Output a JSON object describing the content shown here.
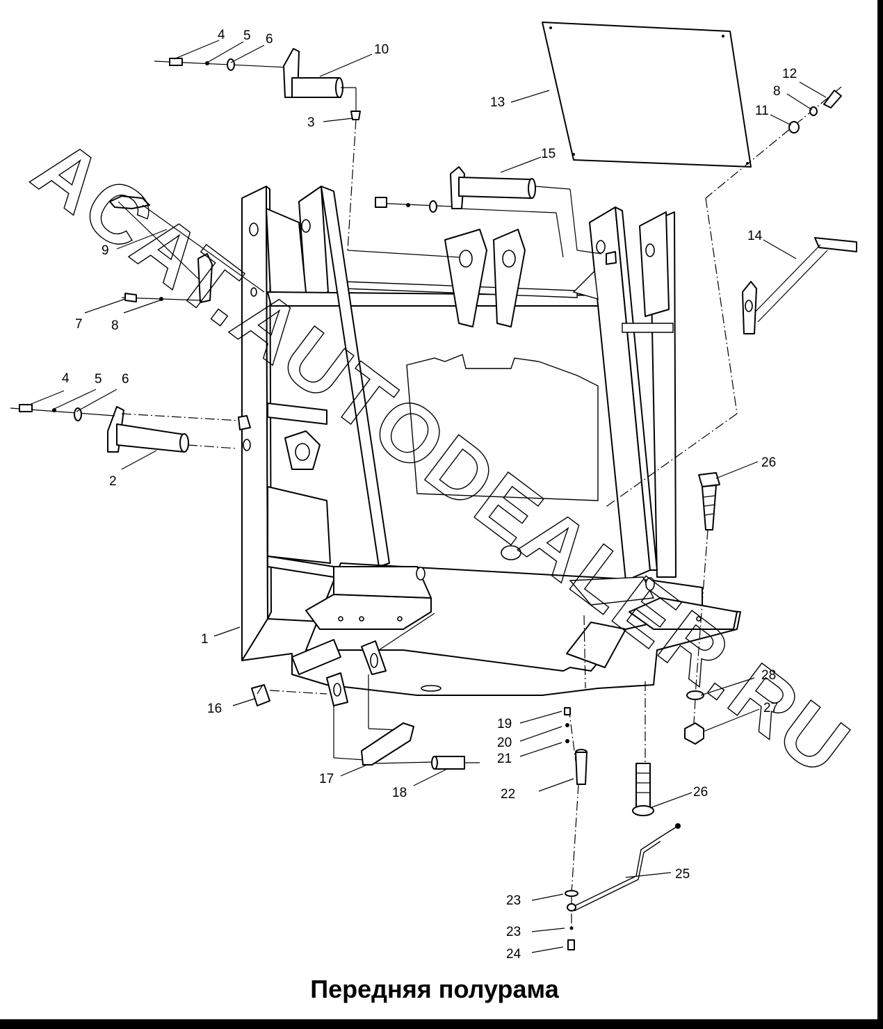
{
  "title": "Передняя полурама",
  "watermark": "ACAT.AUTODEALER.RU",
  "callouts": [
    {
      "id": "c4a",
      "text": "4"
    },
    {
      "id": "c5a",
      "text": "5"
    },
    {
      "id": "c6a",
      "text": "6"
    },
    {
      "id": "c10",
      "text": "10"
    },
    {
      "id": "c3",
      "text": "3"
    },
    {
      "id": "c13",
      "text": "13"
    },
    {
      "id": "c12",
      "text": "12"
    },
    {
      "id": "c8a",
      "text": "8"
    },
    {
      "id": "c11",
      "text": "11"
    },
    {
      "id": "c15",
      "text": "15"
    },
    {
      "id": "c9",
      "text": "9"
    },
    {
      "id": "c14",
      "text": "14"
    },
    {
      "id": "c7",
      "text": "7"
    },
    {
      "id": "c8b",
      "text": "8"
    },
    {
      "id": "c4b",
      "text": "4"
    },
    {
      "id": "c5b",
      "text": "5"
    },
    {
      "id": "c6b",
      "text": "6"
    },
    {
      "id": "c2",
      "text": "2"
    },
    {
      "id": "c26a",
      "text": "26"
    },
    {
      "id": "c1",
      "text": "1"
    },
    {
      "id": "c28",
      "text": "28"
    },
    {
      "id": "c27",
      "text": "27"
    },
    {
      "id": "c16",
      "text": "16"
    },
    {
      "id": "c19",
      "text": "19"
    },
    {
      "id": "c20",
      "text": "20"
    },
    {
      "id": "c21",
      "text": "21"
    },
    {
      "id": "c17",
      "text": "17"
    },
    {
      "id": "c18",
      "text": "18"
    },
    {
      "id": "c22",
      "text": "22"
    },
    {
      "id": "c26b",
      "text": "26"
    },
    {
      "id": "c25",
      "text": "25"
    },
    {
      "id": "c23a",
      "text": "23"
    },
    {
      "id": "c23b",
      "text": "23"
    },
    {
      "id": "c24",
      "text": "24"
    }
  ]
}
